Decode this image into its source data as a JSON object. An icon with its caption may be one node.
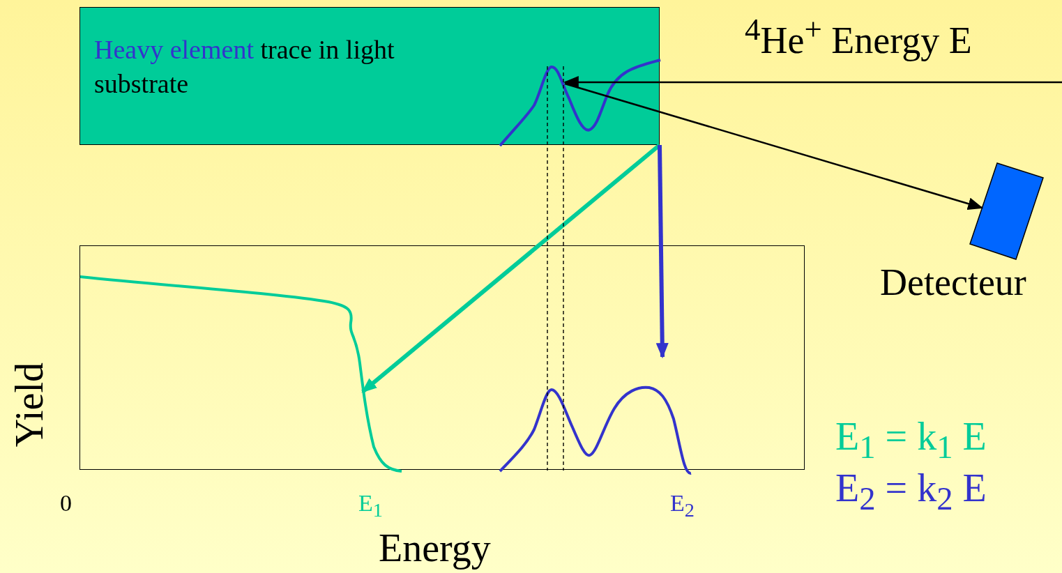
{
  "diagram": {
    "nodes": [
      {
        "text": [
          "Heavy element",
          "trace in light substrate"
        ]
      },
      {
        "text": [],
        "shape": "picture",
        "in": 0
      },
      {
        "text": [
          "Detecteur"
        ]
      },
      {
        "text": [],
        "shape": "box"
      },
      {
        "text": [],
        "shape": "picture",
        "in": 3
      },
      {
        "text": [],
        "shape": "picture",
        "in": 3
      }
    ],
    "edges": [
      {
        "from": null,
        "to": 1,
        "arrow": "to",
        "label": "$^{4}$He$^{+}$ Energy E"
      },
      {
        "from": 1,
        "to": 2,
        "arrow": "to"
      },
      {
        "from": 0,
        "to": 4,
        "arrow": "to",
        "style": "thick",
        "color": "#00cc99"
      },
      {
        "from": 0,
        "to": 5,
        "arrow": "to",
        "style": "thick",
        "color": "#3333cc"
      },
      {
        "from": 1,
        "to": 5,
        "arrow": "none",
        "style": "dashed"
      },
      {
        "from": 1,
        "to": 5,
        "arrow": "none",
        "style": "dashed"
      }
    ],
    "labels": [
      "0",
      "E$_{1}$",
      "E$_{2}$",
      "Energy",
      "Yield",
      "E$_{1}$ = k$_{1}$ E",
      "E$_{2}$ = k$_{2}$ E"
    ]
  }
}
